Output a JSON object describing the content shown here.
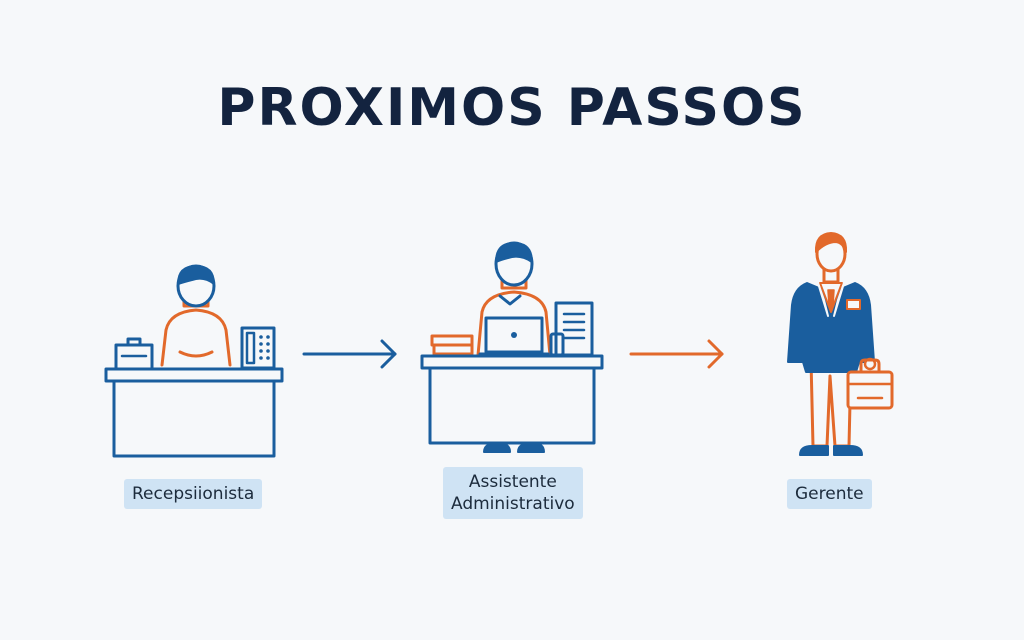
{
  "title": "PROXIMOS PASSOS",
  "colors": {
    "blue": "#1a5e9e",
    "orange": "#e2692b",
    "navy": "#13233f",
    "label_bg": "#cfe3f4"
  },
  "steps": [
    {
      "label": "Recepsiionista",
      "icon": "receptionist-desk-icon"
    },
    {
      "label_line1": "Assistente",
      "label_line2": "Administrativo",
      "icon": "administrative-assistant-desk-icon"
    },
    {
      "label": "Gerente",
      "icon": "manager-with-briefcase-icon"
    }
  ],
  "arrows": [
    {
      "color": "#1a5e9e"
    },
    {
      "color": "#e2692b"
    }
  ]
}
